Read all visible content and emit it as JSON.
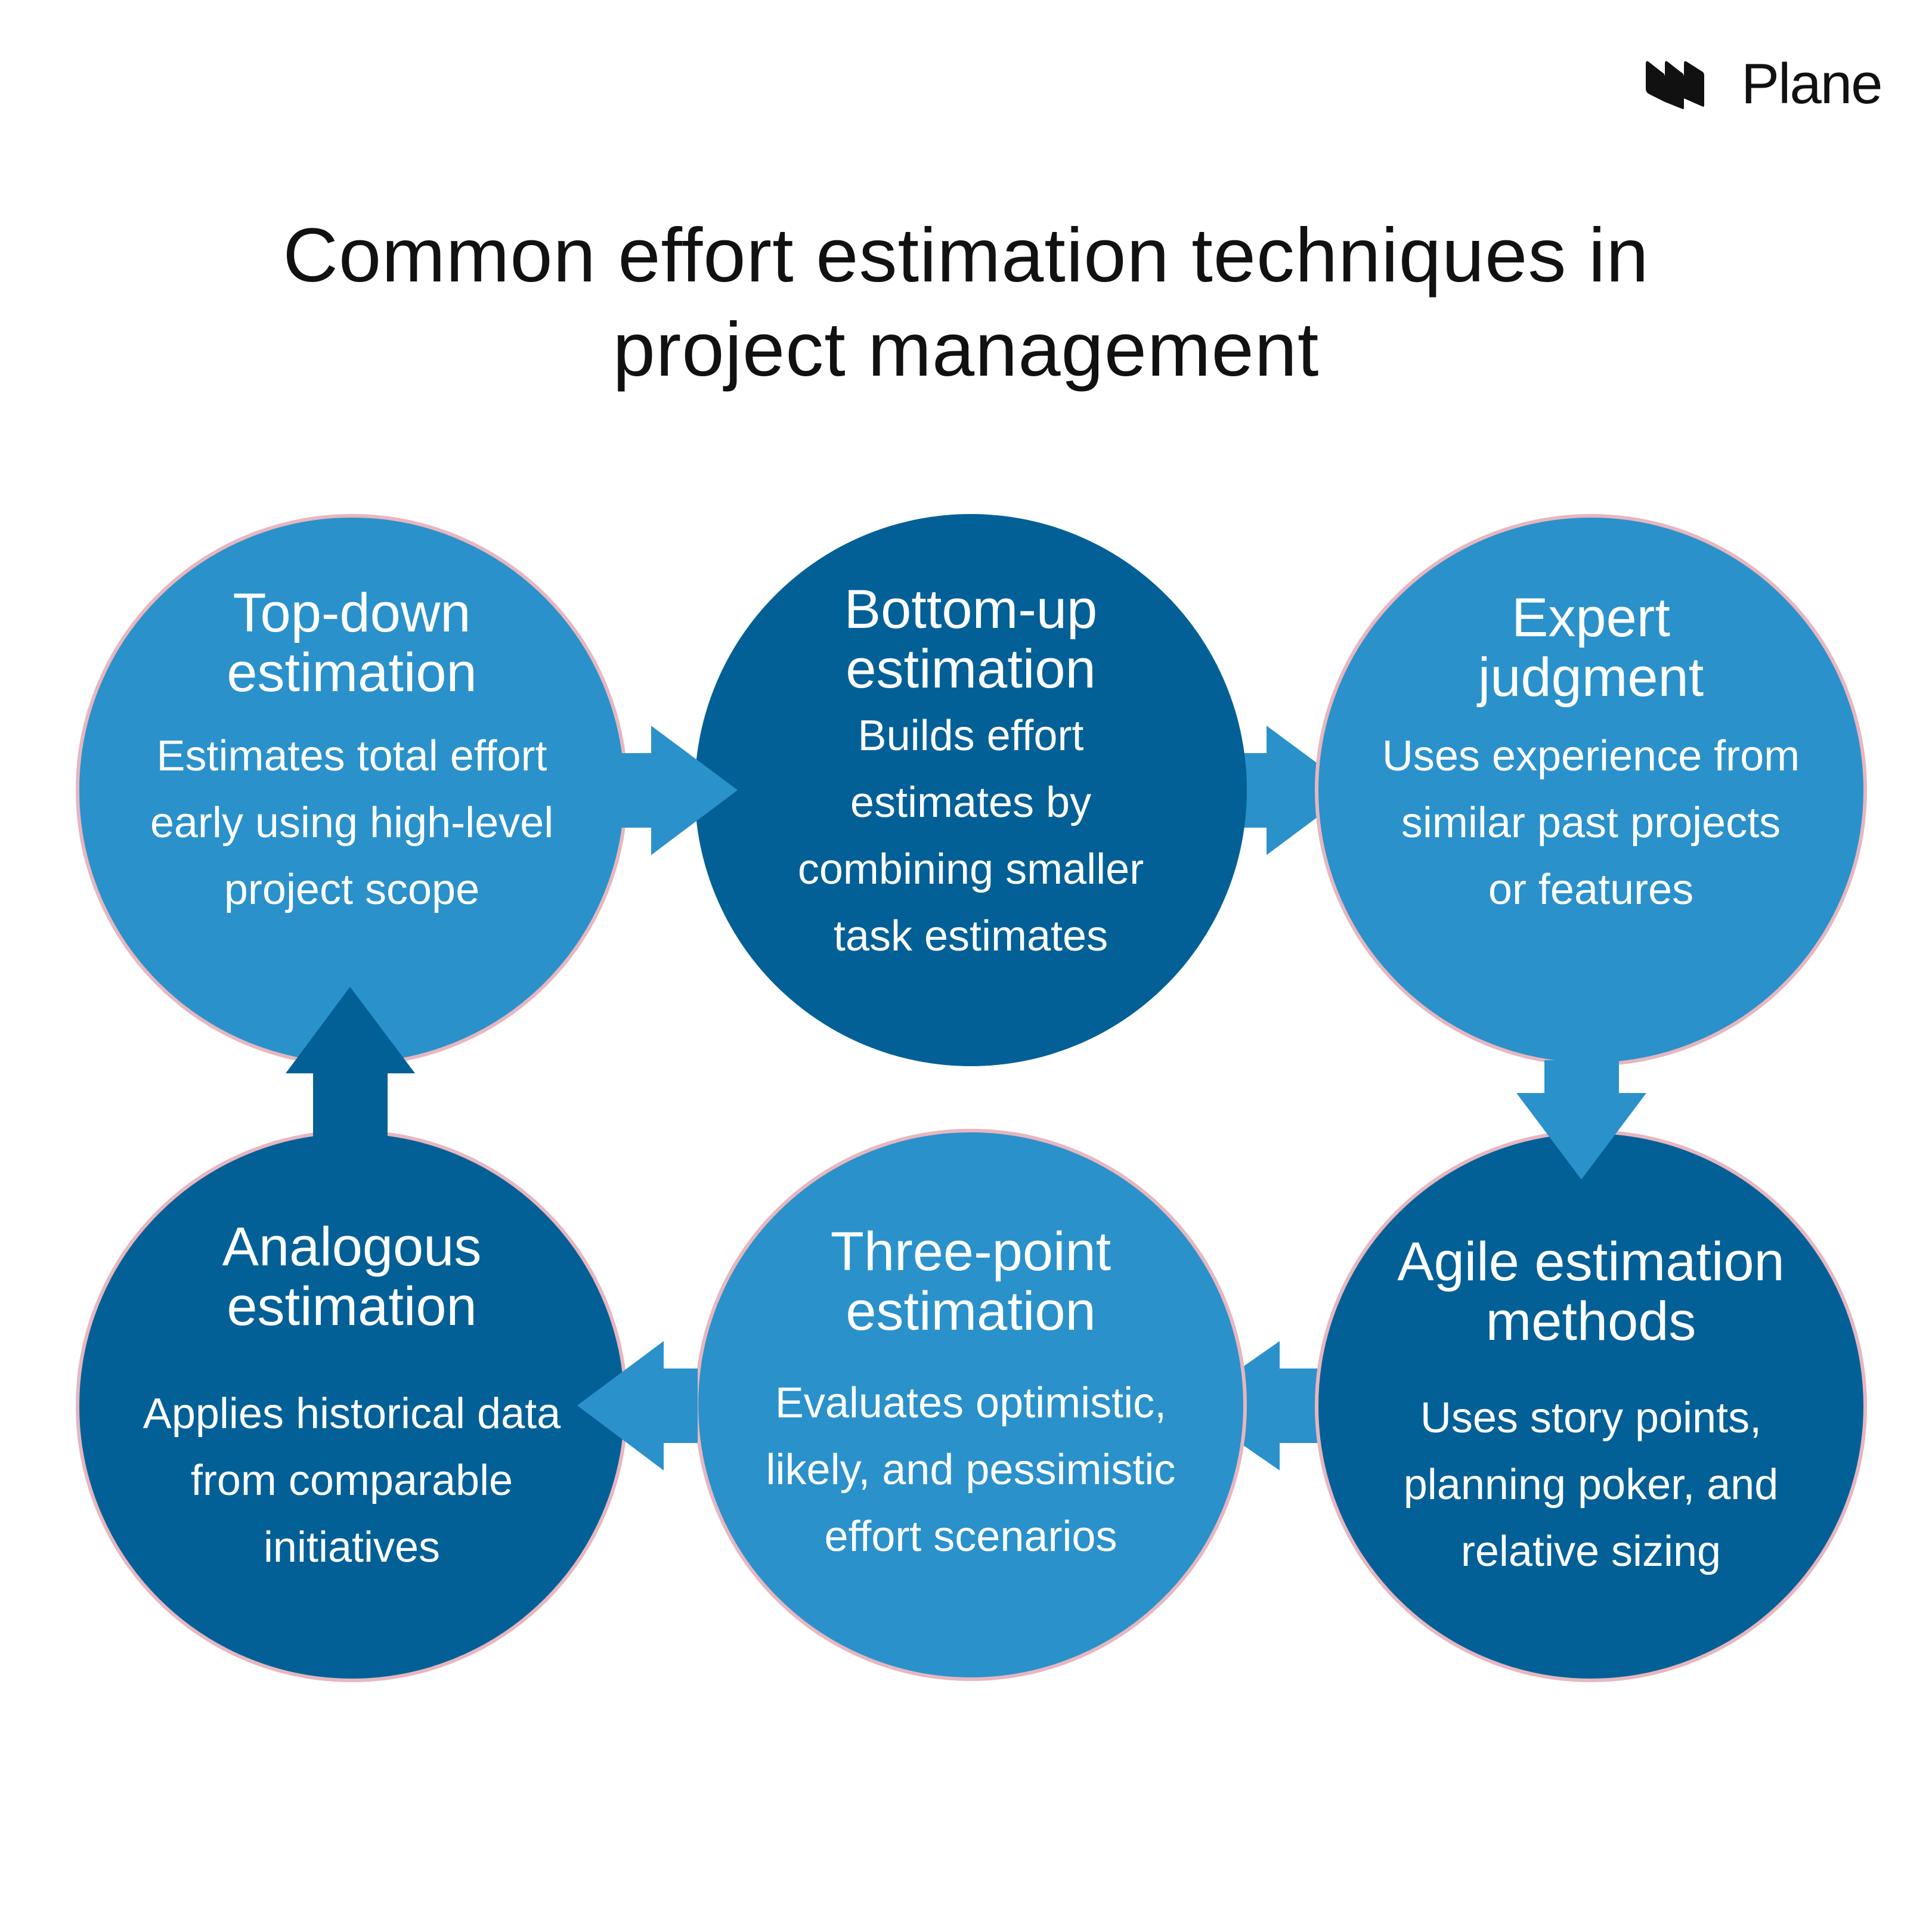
{
  "brand": {
    "logo_icon": "plane-logo-icon",
    "name": "Plane"
  },
  "title": {
    "lines": [
      "Common effort estimation techniques in",
      "project management"
    ]
  },
  "colors": {
    "light_blue": "#2A91CB",
    "dark_blue": "#036097",
    "ring_pink": "#E7B6BF",
    "text_dark": "#111111",
    "background": "#FFFFFF"
  },
  "nodes": [
    {
      "id": "top-down",
      "title_lines": [
        "Top-down",
        "estimation"
      ],
      "desc_lines": [
        "Estimates total effort",
        "early using high-level",
        "project scope"
      ],
      "tone": "light"
    },
    {
      "id": "bottom-up",
      "title_lines": [
        "Bottom-up",
        "estimation"
      ],
      "desc_lines": [
        "Builds effort",
        "estimates by",
        "combining smaller",
        "task estimates"
      ],
      "tone": "dark"
    },
    {
      "id": "expert-judgment",
      "title_lines": [
        "Expert",
        "judgment"
      ],
      "desc_lines": [
        "Uses experience from",
        "similar past projects",
        "or features"
      ],
      "tone": "light"
    },
    {
      "id": "agile",
      "title_lines": [
        "Agile estimation",
        "methods"
      ],
      "desc_lines": [
        "Uses story points,",
        "planning poker, and",
        "relative sizing"
      ],
      "tone": "dark"
    },
    {
      "id": "three-point",
      "title_lines": [
        "Three-point",
        "estimation"
      ],
      "desc_lines": [
        "Evaluates optimistic,",
        "likely, and pessimistic",
        "effort scenarios"
      ],
      "tone": "light"
    },
    {
      "id": "analogous",
      "title_lines": [
        "Analogous",
        "estimation"
      ],
      "desc_lines": [
        "Applies historical data",
        "from comparable",
        "initiatives"
      ],
      "tone": "dark"
    }
  ],
  "flow": [
    {
      "from": "top-down",
      "to": "bottom-up",
      "direction": "right"
    },
    {
      "from": "bottom-up",
      "to": "expert-judgment",
      "direction": "right"
    },
    {
      "from": "expert-judgment",
      "to": "agile",
      "direction": "down"
    },
    {
      "from": "agile",
      "to": "three-point",
      "direction": "left"
    },
    {
      "from": "three-point",
      "to": "analogous",
      "direction": "left"
    },
    {
      "from": "analogous",
      "to": "top-down",
      "direction": "up"
    }
  ]
}
